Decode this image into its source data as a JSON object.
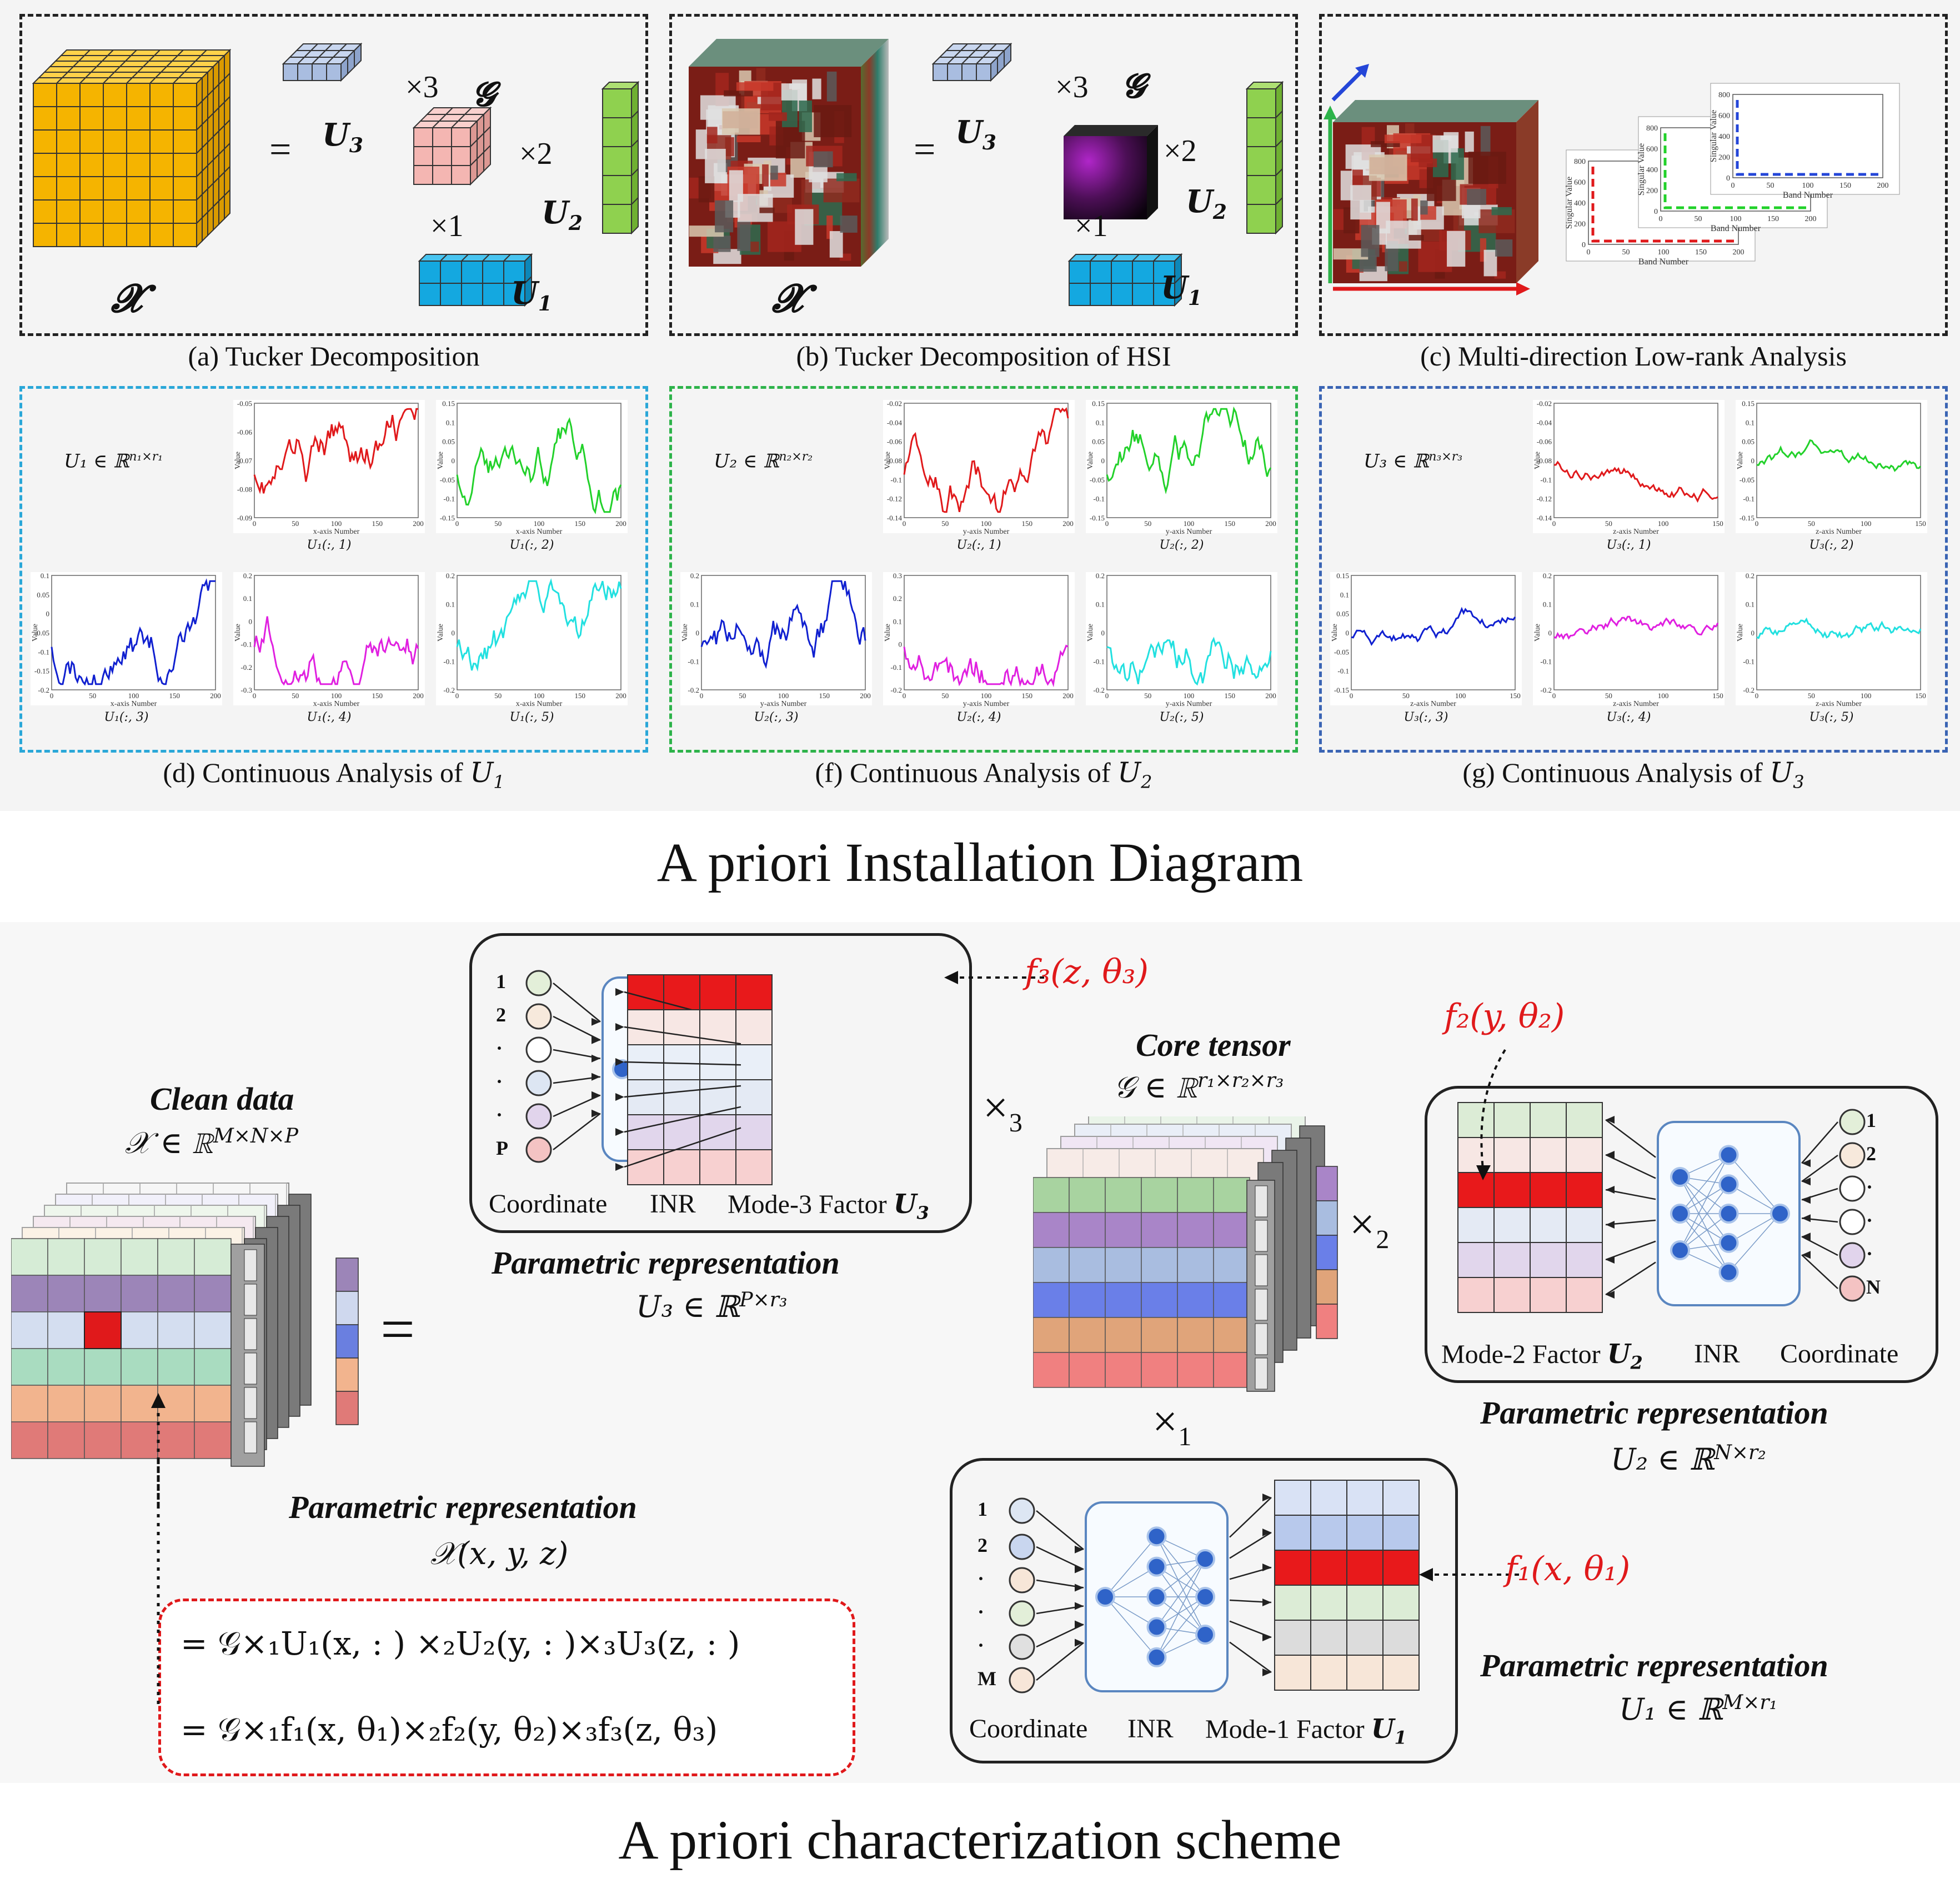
{
  "top_panels": {
    "a": {
      "caption": "(a) Tucker Decomposition",
      "labels": {
        "X": "𝓧",
        "eq": "=",
        "U3": "U",
        "U3sub": "3",
        "x3": "×3",
        "G": "𝓖",
        "x2": "×2",
        "U2": "U",
        "U2sub": "2",
        "x1": "×1",
        "U1": "U",
        "U1sub": "1"
      }
    },
    "b": {
      "caption": "(b) Tucker Decomposition of HSI",
      "labels": {
        "X": "𝓧",
        "eq": "=",
        "U3": "U",
        "U3sub": "3",
        "x3": "×3",
        "G": "𝓖",
        "x2": "×2",
        "U2": "U",
        "U2sub": "2",
        "x1": "×1",
        "U1": "U",
        "U1sub": "1"
      }
    },
    "c": {
      "caption": "(c) Multi-direction Low-rank Analysis",
      "ylabel": "Singular Value",
      "xlabel": "Band Number"
    }
  },
  "mid_panels": {
    "d": {
      "caption_prefix": "(d) Continuous Analysis of ",
      "caption_var": "U",
      "caption_sub": "1",
      "matrix": "U₁ ∈ ℝ^{n₁×r₁}",
      "matrix_main": "U₁ ∈ ℝ",
      "matrix_sup": "n₁×r₁"
    },
    "f": {
      "caption_prefix": "(f) Continuous Analysis of ",
      "caption_var": "U",
      "caption_sub": "2",
      "matrix_main": "U₂ ∈ ℝ",
      "matrix_sup": "n₂×r₂"
    },
    "g": {
      "caption_prefix": "(g) Continuous Analysis of ",
      "caption_var": "U",
      "caption_sub": "3",
      "matrix_main": "U₃ ∈ ℝ",
      "matrix_sup": "n₃×r₃"
    }
  },
  "title1": "A priori Installation Diagram",
  "title2": "A priori characterization scheme",
  "bottom": {
    "clean_title": "Clean data",
    "clean_math": "𝒳 ∈ ℝ",
    "clean_sup": "M×N×P",
    "eq": "=",
    "param_rep": "Parametric representation",
    "X_xyz": "𝒳(x, y, z)",
    "formula1": "= 𝒢×₁U₁(x, : ) ×₂U₂(y, : )×₃U₃(z, : )",
    "formula2": "= 𝒢×₁f₁(x, θ₁)×₂f₂(y, θ₂)×₃f₃(z, θ₃)",
    "core_title": "Core tensor",
    "core_math": "𝒢 ∈ ℝ",
    "core_sup": "r₁×r₂×r₃",
    "times1": "×₁",
    "times2": "×₂",
    "times3": "×₃",
    "mode3": {
      "coord_nums": [
        "1",
        "2",
        "·",
        "·",
        "·",
        "P"
      ],
      "coord": "Coordinate",
      "inr": "INR",
      "factor": "Mode-3 Factor",
      "factor_var": "U",
      "factor_sub": "3",
      "f": "f₃(z, θ₃)",
      "rep_math": "U₃ ∈ ℝ",
      "rep_sup": "P×r₃"
    },
    "mode2": {
      "coord_nums": [
        "1",
        "2",
        "·",
        "·",
        "·",
        "N"
      ],
      "coord": "Coordinate",
      "inr": "INR",
      "factor": "Mode-2 Factor",
      "factor_var": "U",
      "factor_sub": "2",
      "f": "f₂(y, θ₂)",
      "rep_math": "U₂ ∈ ℝ",
      "rep_sup": "N×r₂"
    },
    "mode1": {
      "coord_nums": [
        "1",
        "2",
        "·",
        "·",
        "·",
        "M"
      ],
      "coord": "Coordinate",
      "inr": "INR",
      "factor": "Mode-1 Factor",
      "factor_var": "U",
      "factor_sub": "1",
      "f": "f₁(x, θ₁)",
      "rep_math": "U₁ ∈ ℝ",
      "rep_sup": "M×r₁"
    }
  },
  "colors": {
    "red": "#e0191b",
    "cyan_border": "#2aa7d8",
    "green_border": "#2db34a",
    "blue_border": "#3a64b4"
  }
}
